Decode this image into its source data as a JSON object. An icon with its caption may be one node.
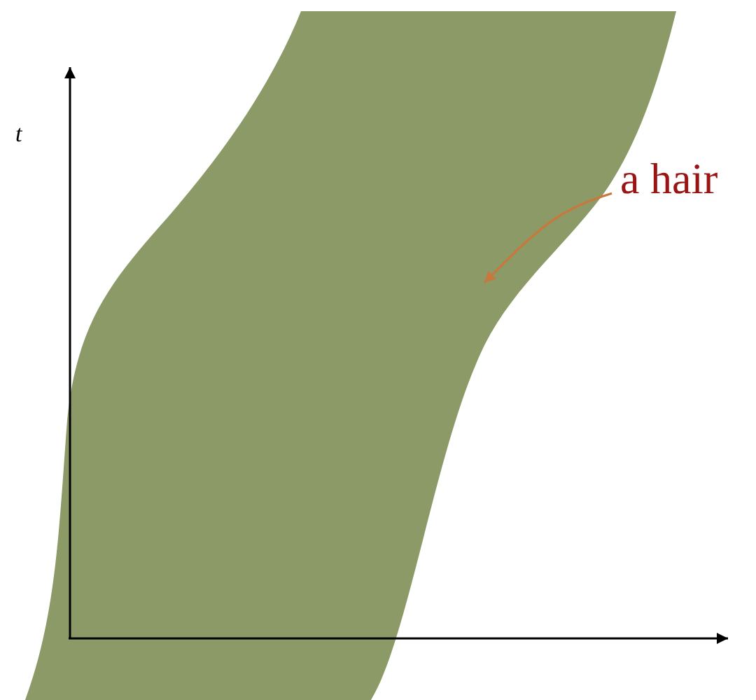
{
  "diagram": {
    "nodes": [
      {
        "text": [
          "a hair"
        ]
      },
      {
        "text": [],
        "shape": "band"
      }
    ],
    "edges": [
      {
        "from": 0,
        "to": 1,
        "arrow": "to",
        "color": "#c8783c"
      }
    ],
    "labels": [
      "t"
    ]
  }
}
